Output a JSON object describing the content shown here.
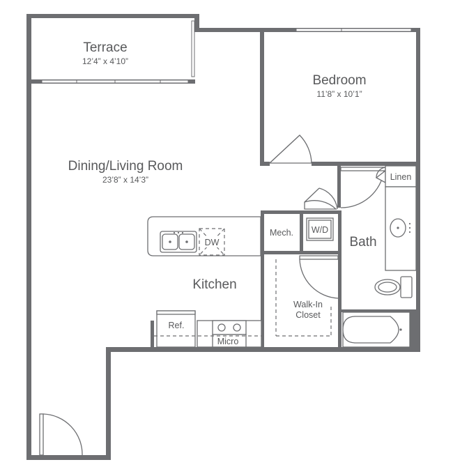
{
  "rooms": {
    "terrace": {
      "name": "Terrace",
      "size": "12’4” x 4’10”"
    },
    "bedroom": {
      "name": "Bedroom",
      "size": "11’8” x 10’1”"
    },
    "living": {
      "name": "Dining/Living Room",
      "size": "23’8” x 14’3”"
    },
    "kitchen": {
      "name": "Kitchen"
    },
    "bath": {
      "name": "Bath"
    },
    "closet": {
      "line1": "Walk-In",
      "line2": "Closet"
    }
  },
  "fixtures": {
    "linen": "Linen",
    "mech": "Mech.",
    "washer_dryer": "W/D",
    "dishwasher": "DW",
    "refrigerator": "Ref.",
    "microwave": "Micro"
  },
  "colors": {
    "wall": "#6d6e71",
    "text": "#58595b"
  }
}
